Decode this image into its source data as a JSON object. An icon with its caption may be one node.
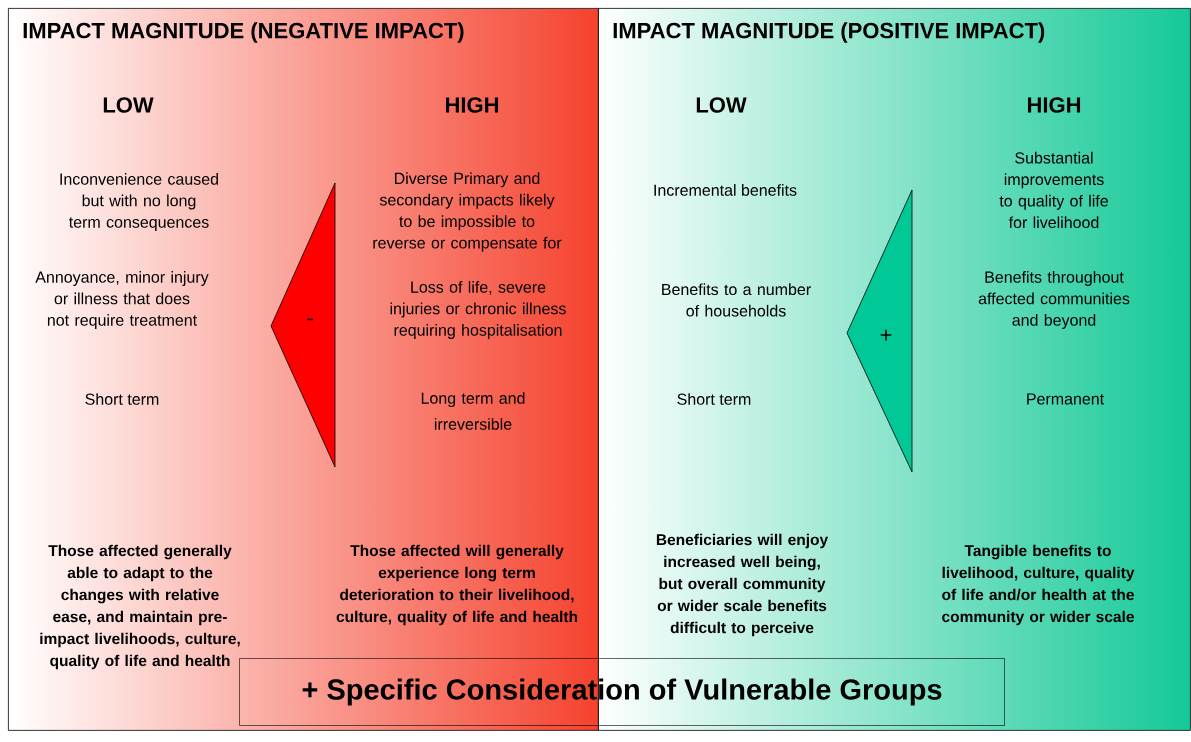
{
  "diagram": {
    "nodes": [
      {
        "text": [
          "IMPACT MAGNITUDE (NEGATIVE IMPACT)"
        ]
      },
      {
        "text": [
          "-"
        ],
        "in": 0
      },
      {
        "text": [
          "IMPACT MAGNITUDE (POSITIVE IMPACT)"
        ]
      },
      {
        "text": [
          "+"
        ],
        "in": 2
      },
      {
        "text": [
          "+ Specific Consideration of Vulnerable Groups"
        ]
      }
    ],
    "labels": [
      "LOW",
      "HIGH",
      "LOW",
      "HIGH",
      "Inconvenience caused but with no long term consequences",
      "Diverse Primary and secondary impacts likely to be impossible to reverse or compensate for",
      "Incremental benefits",
      "Substantial improvements to quality of life for livelihood",
      "Annoyance, minor injury or illness that does not require treatment",
      "Loss of life, severe injuries or chronic illness requiring hospitalisation",
      "Benefits to a number of households",
      "Benefits throughout affected communities and beyond",
      "Short term",
      "Long term and irreversible",
      "Short term",
      "Permanent",
      "Those affected generally able to adapt to the changes with relative ease, and maintain pre-impact livelihoods, culture, quality of life and health",
      "Those affected will generally experience long term deterioration to their livelihood, culture, quality of life and health",
      "Beneficiaries will enjoy increased well being, but overall community or wider scale benefits difficult to perceive",
      "Tangible benefits to livelihood, culture, quality of life and/or health at the community or wider scale"
    ]
  }
}
